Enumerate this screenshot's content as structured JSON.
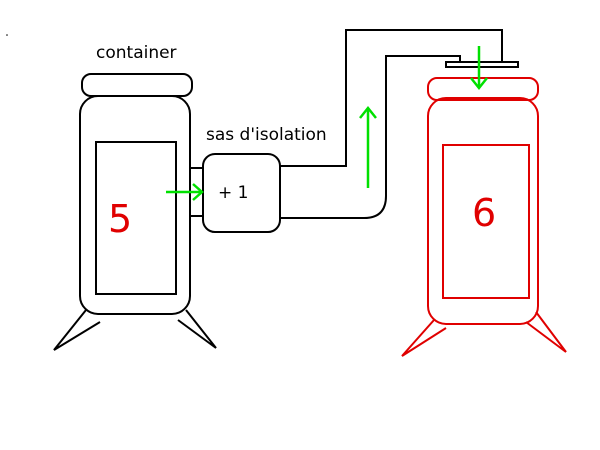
{
  "labels": {
    "container": "container",
    "airlock": "sas d'isolation",
    "airlock_value": "+ 1",
    "left_count": "5",
    "right_count": "6"
  },
  "colors": {
    "outline": "#000000",
    "active_container": "#e00000",
    "flow_arrow": "#00e000",
    "count_text": "#e00000"
  },
  "icons": [
    "arrow-right-icon",
    "arrow-up-icon",
    "arrow-down-icon"
  ]
}
